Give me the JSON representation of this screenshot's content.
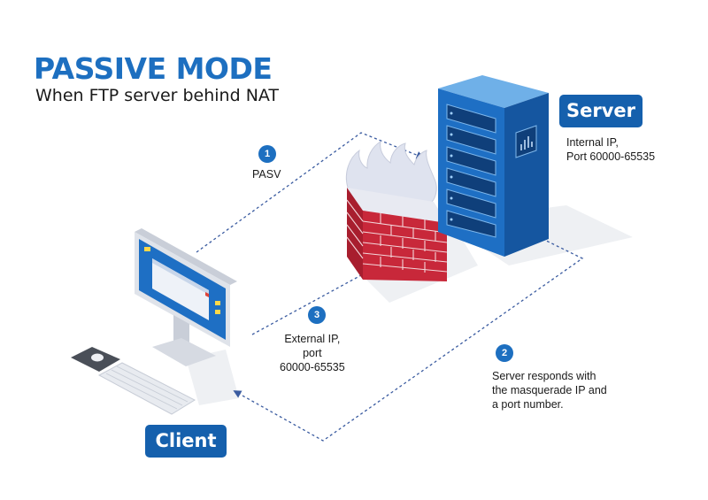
{
  "header": {
    "title": "PASSIVE MODE",
    "subtitle": "When FTP server behind NAT"
  },
  "server": {
    "label": "Server",
    "info_lines": [
      "Internal IP,",
      "Port 60000-65535"
    ]
  },
  "client": {
    "label": "Client"
  },
  "steps": [
    {
      "number": "1",
      "lines": [
        "PASV"
      ]
    },
    {
      "number": "2",
      "lines": [
        "Server responds with",
        "the masquerade IP and",
        "a port number."
      ]
    },
    {
      "number": "3",
      "lines": [
        "External IP,",
        "port",
        "60000-65535"
      ]
    }
  ],
  "colors": {
    "accent_blue": "#1d6fc0",
    "badge_blue": "#1560ad",
    "brick_red": "#c8283a",
    "arrow_blue": "#3a5ba0"
  }
}
